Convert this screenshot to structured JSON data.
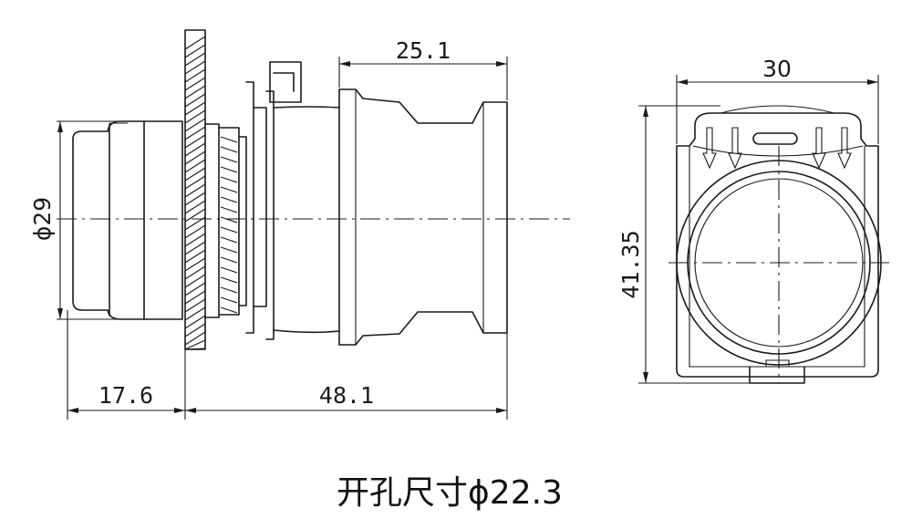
{
  "dimensions": {
    "top_length": "25.1",
    "diameter": "ϕ29",
    "front_length": "17.6",
    "total_length": "48.1",
    "width": "30",
    "height": "41.35"
  },
  "caption": "开孔尺寸ϕ22.3",
  "colors": {
    "line": "#1a1a1a",
    "background": "#ffffff"
  }
}
